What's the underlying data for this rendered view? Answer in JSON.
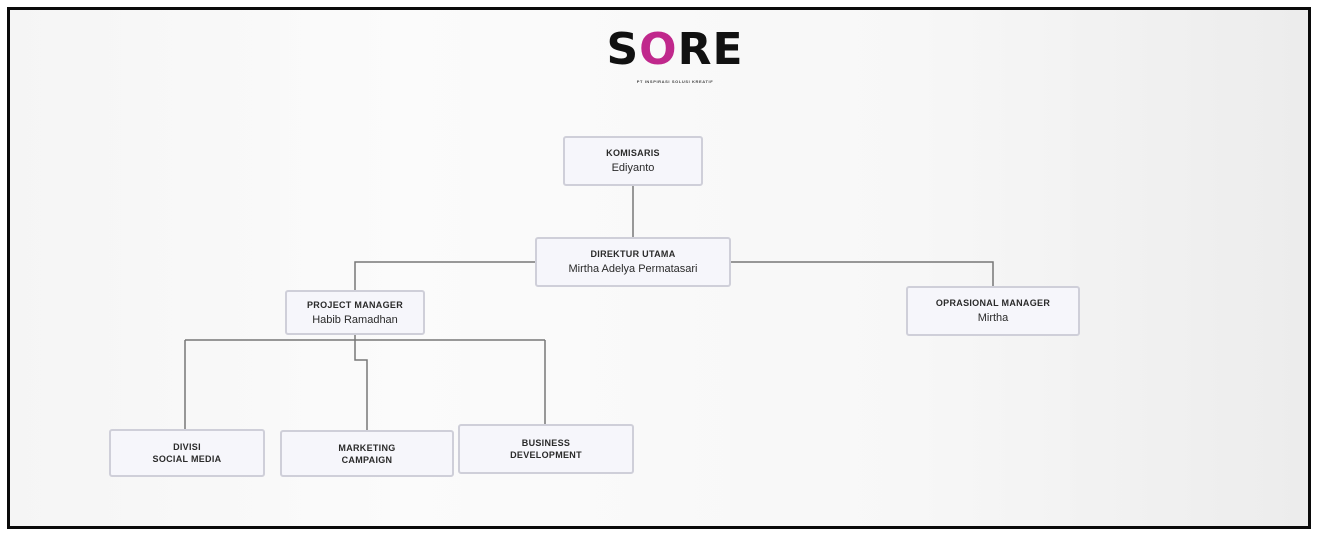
{
  "logo": {
    "word_start": "S",
    "word_accent": "O",
    "word_end": "RE",
    "tagline": "PT INSPIRASI SOLUSI KREATIF",
    "accent_color": "#c0288c"
  },
  "nodes": {
    "komisaris": {
      "role": "KOMISARIS",
      "name": "Ediyanto"
    },
    "direktur": {
      "role": "DIREKTUR UTAMA",
      "name": "Mirtha Adelya Permatasari"
    },
    "project_manager": {
      "role": "PROJECT MANAGER",
      "name": "Habib Ramadhan"
    },
    "opsional_manager": {
      "role": "OPRASIONAL MANAGER",
      "name": "Mirtha"
    },
    "divisi_social": {
      "role": "DIVISI\nSOCIAL MEDIA"
    },
    "marketing": {
      "role": "MARKETING\nCAMPAIGN"
    },
    "business": {
      "role": "BUSINESS\nDEVELOPMENT"
    }
  },
  "colors": {
    "frame_border": "#0a0a0a",
    "node_fill": "#f6f6fb",
    "node_border": "#cfcfd9",
    "connector": "#777777"
  }
}
